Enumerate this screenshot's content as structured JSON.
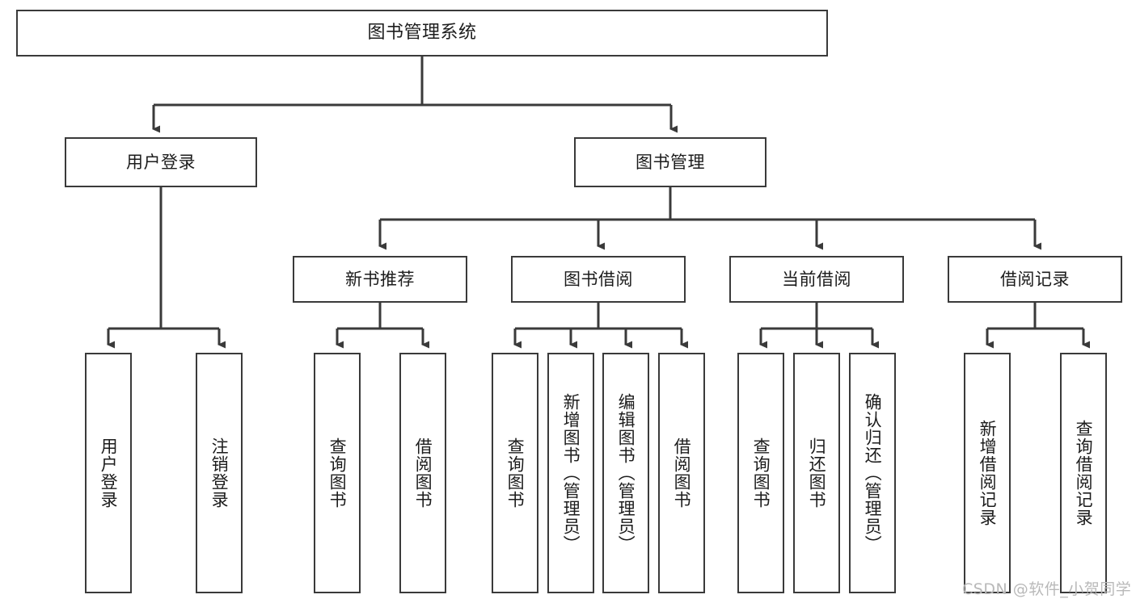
{
  "diagram": {
    "title": "图书管理系统",
    "watermark": "CSDN @软件_小贺同学",
    "colors": {
      "box_border": "#3a3a3a",
      "line": "#3a3a3a",
      "background": "#ffffff",
      "text": "#1c1c1c",
      "watermark": "#b9b9b9"
    },
    "root": {
      "label": "图书管理系统"
    },
    "level2": [
      {
        "label": "用户登录"
      },
      {
        "label": "图书管理"
      }
    ],
    "level3": [
      {
        "label": "新书推荐"
      },
      {
        "label": "图书借阅"
      },
      {
        "label": "当前借阅"
      },
      {
        "label": "借阅记录"
      }
    ],
    "leaves": [
      {
        "label": "用户登录",
        "parent": "用户登录"
      },
      {
        "label": "注销登录",
        "parent": "用户登录"
      },
      {
        "label": "查询图书",
        "parent": "新书推荐"
      },
      {
        "label": "借阅图书",
        "parent": "新书推荐"
      },
      {
        "label": "查询图书",
        "parent": "图书借阅"
      },
      {
        "label": "新增图书（管理员）",
        "parent": "图书借阅"
      },
      {
        "label": "编辑图书（管理员）",
        "parent": "图书借阅"
      },
      {
        "label": "借阅图书",
        "parent": "图书借阅"
      },
      {
        "label": "查询图书",
        "parent": "当前借阅"
      },
      {
        "label": "归还图书",
        "parent": "当前借阅"
      },
      {
        "label": "确认归还（管理员）",
        "parent": "当前借阅"
      },
      {
        "label": "新增借阅记录",
        "parent": "借阅记录"
      },
      {
        "label": "查询借阅记录",
        "parent": "借阅记录"
      }
    ]
  }
}
